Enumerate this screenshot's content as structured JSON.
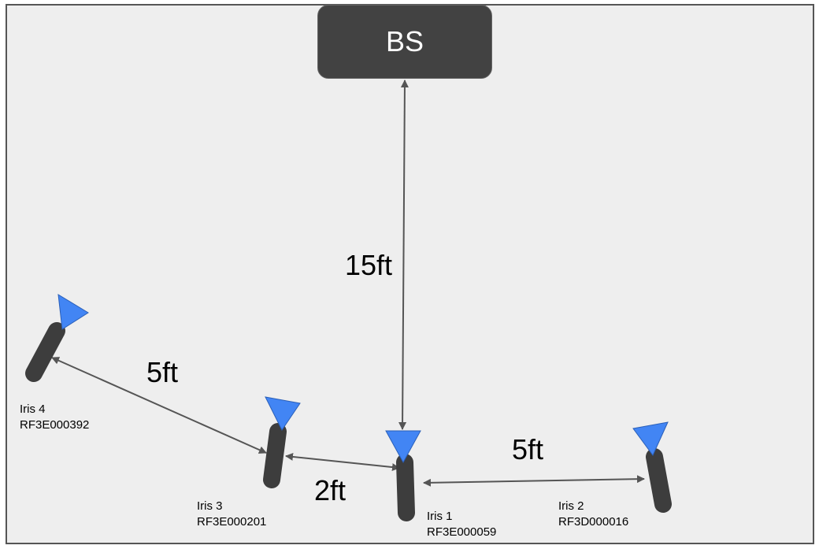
{
  "base_station": {
    "label": "BS"
  },
  "distances": {
    "bs_to_iris1": "15ft",
    "iris4_to_iris3": "5ft",
    "iris3_to_iris1": "2ft",
    "iris1_to_iris2": "5ft"
  },
  "nodes": [
    {
      "name": "Iris 1",
      "serial": "RF3E000059"
    },
    {
      "name": "Iris 2",
      "serial": "RF3D000016"
    },
    {
      "name": "Iris 3",
      "serial": "RF3E000201"
    },
    {
      "name": "Iris 4",
      "serial": "RF3E000392"
    }
  ],
  "colors": {
    "frame_bg": "#eeeeee",
    "bs_fill": "#424242",
    "antenna_body": "#3d3d3d",
    "antenna_tip": "#4285f4",
    "arrow": "#555555"
  }
}
